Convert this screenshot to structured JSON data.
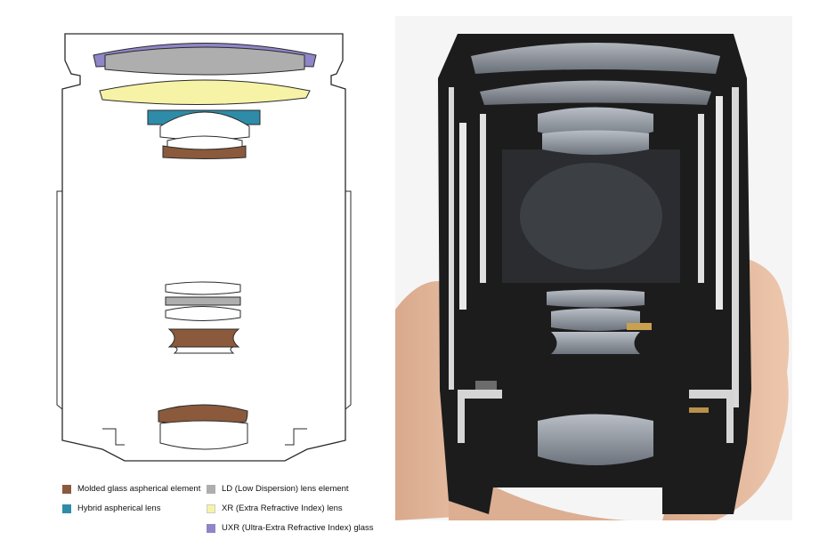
{
  "legend": {
    "molded_label": "Molded glass aspherical element",
    "hybrid_label": "Hybrid aspherical lens",
    "ld_label": "LD (Low Dispersion) lens element",
    "xr_label": "XR (Extra Refractive Index) lens",
    "uxr_label": "UXR (Ultra-Extra Refractive Index) glass"
  },
  "colors": {
    "molded": "#8b5a3c",
    "hybrid": "#2e8ca8",
    "ld": "#aeaeae",
    "xr": "#f7f3a6",
    "uxr": "#8e86c8",
    "outline": "#2a2a2a",
    "photo_barrel": "#1c1c1c",
    "photo_glass": "#8a9099",
    "photo_skin": "#e2b89e"
  }
}
